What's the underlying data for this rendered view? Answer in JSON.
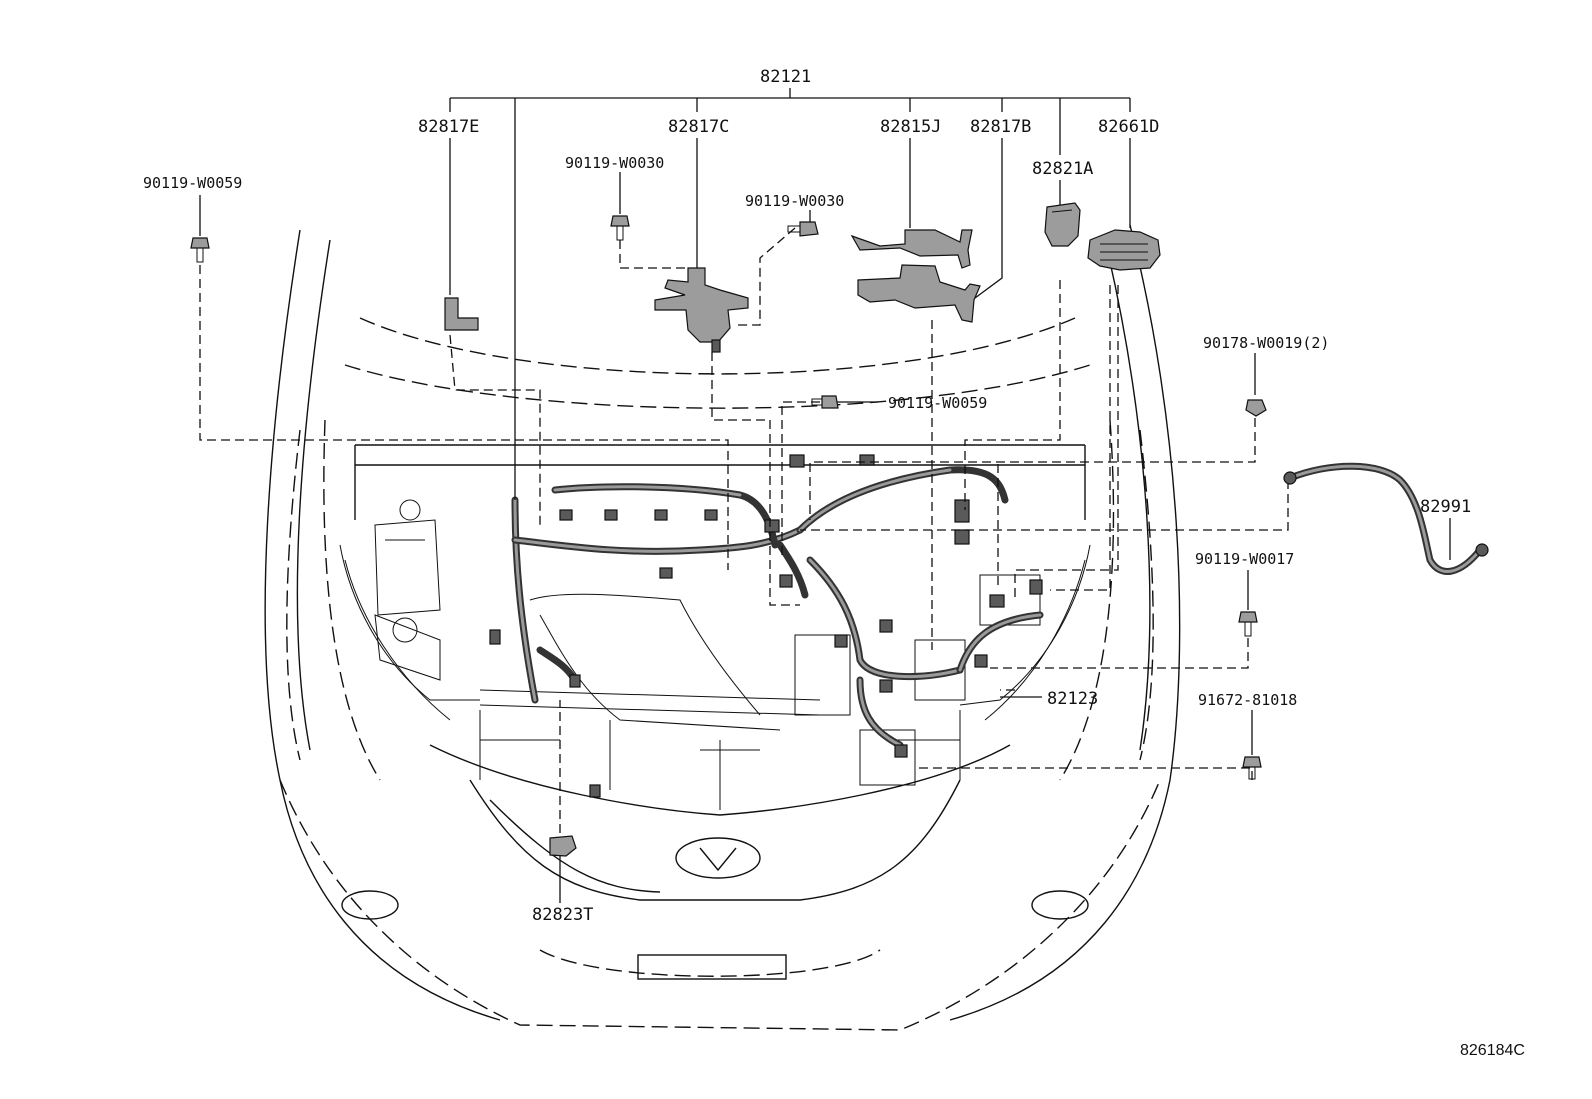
{
  "diagram": {
    "figure_id": "826184C",
    "labels": {
      "main_harness": "82121",
      "harness_sub": "82123",
      "protector_e": "82817E",
      "protector_c": "82817C",
      "protector_j": "82815J",
      "protector_b": "82817B",
      "block_d": "82661D",
      "cover_a": "82821A",
      "clamp_t": "82823T",
      "cable_82991": "82991",
      "bolt_w0059_left": "90119-W0059",
      "bolt_w0030_left": "90119-W0030",
      "bolt_w0030_right": "90119-W0030",
      "bolt_w0059_center": "90119-W0059",
      "nut_w0019": "90178-W0019(2)",
      "bolt_w0017": "90119-W0017",
      "bolt_81018": "91672-81018"
    }
  }
}
